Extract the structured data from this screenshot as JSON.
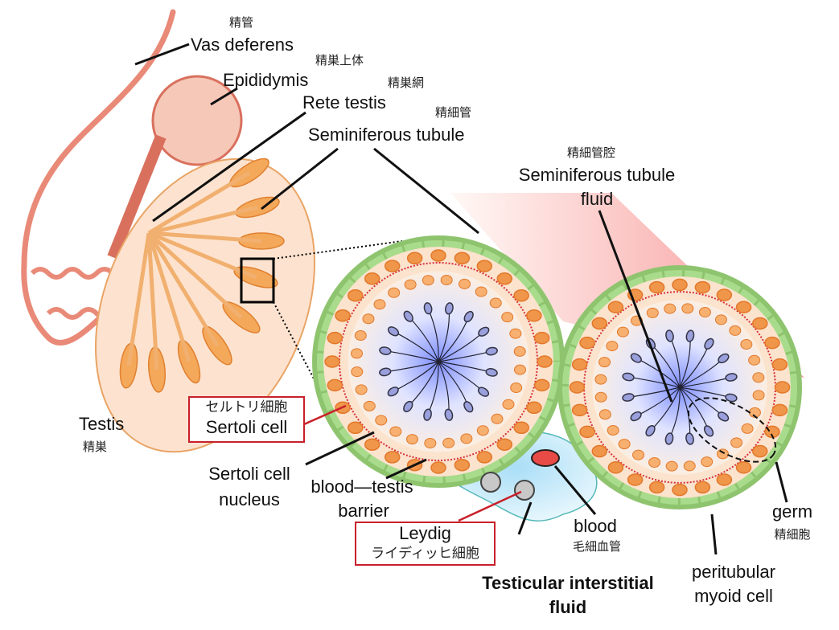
{
  "labels": {
    "vas_deferens": {
      "en": "Vas deferens",
      "jp": "精管"
    },
    "epididymis": {
      "en": "Epididymis",
      "jp": "精巣上体"
    },
    "rete_testis": {
      "en": "Rete testis",
      "jp": "精巣網"
    },
    "seminiferous_tubule": {
      "en": "Seminiferous tubule",
      "jp": "精細管"
    },
    "tubule_fluid": {
      "en_line1": "Seminiferous tubule",
      "en_line2": "fluid",
      "jp": "精細管腔"
    },
    "testis": {
      "en": "Testis",
      "jp": "精巣"
    },
    "sertoli_cell": {
      "jp": "セルトリ細胞",
      "en": "Sertoli cell"
    },
    "sertoli_nucleus": {
      "line1": "Sertoli cell",
      "line2": "nucleus"
    },
    "blood_testis_barrier": {
      "line1": "blood—testis",
      "line2": "barrier"
    },
    "leydig": {
      "en": "Leydig",
      "jp": "ライディッヒ細胞"
    },
    "blood": {
      "en": "blood",
      "jp": "毛細血管"
    },
    "interstitial_fluid": {
      "line1": "Testicular interstitial",
      "line2": "fluid"
    },
    "germ": {
      "en": "germ",
      "jp": "精細胞"
    },
    "myoid": {
      "line1": "peritubular",
      "line2": "myoid cell"
    }
  },
  "colors": {
    "highlight_box": "#c8202a",
    "tubule_wall": "#a8dc8c",
    "germ_cell": "#f0964a",
    "lumen": "#8c9cff",
    "interstitial": "#bfe6f8",
    "vas": "#e98a78"
  }
}
